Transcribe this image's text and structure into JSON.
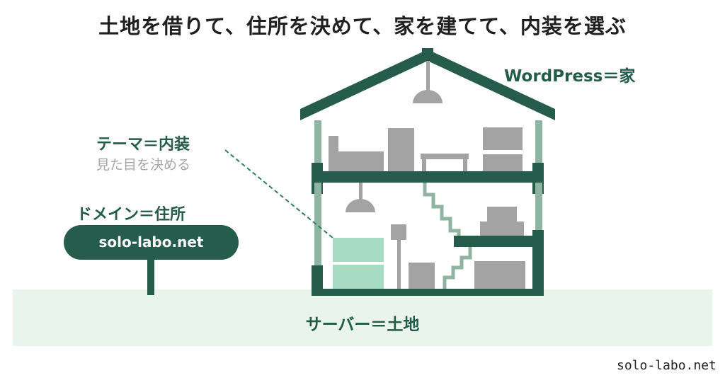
{
  "header": {
    "title": "土地を借りて、住所を決めて、家を建てて、内装を選ぶ"
  },
  "labels": {
    "wordpress": "WordPress＝家",
    "theme": "テーマ＝内装",
    "theme_sub": "見た目を決める",
    "domain": "ドメイン＝住所",
    "domain_value": "solo-labo.net",
    "server": "サーバー＝土地"
  },
  "footer": {
    "watermark": "solo-labo.net"
  },
  "colors": {
    "dark_green": "#255c4b",
    "light_green_pillar": "#8fb5a2",
    "highlight_green": "#a8dcc2",
    "ground": "#e8f4ec",
    "furniture_gray": "#a3a3a3"
  }
}
